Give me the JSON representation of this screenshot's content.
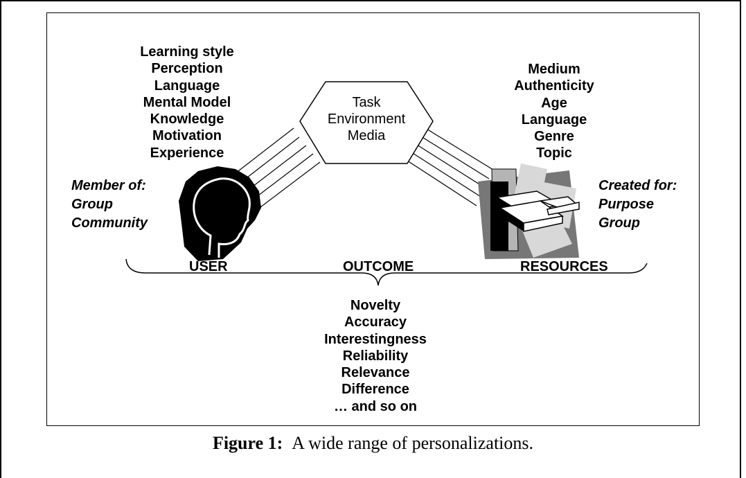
{
  "user": {
    "attributes": [
      "Learning style",
      "Perception",
      "Language",
      "Mental Model",
      "Knowledge",
      "Motivation",
      "Experience"
    ],
    "member_of_title": "Member of:",
    "member_of_items": [
      "Group",
      "Community"
    ],
    "label": "USER"
  },
  "task": {
    "lines": [
      "Task",
      "Environment",
      "Media"
    ]
  },
  "resources": {
    "attributes": [
      "Medium",
      "Authenticity",
      "Age",
      "Language",
      "Genre",
      "Topic"
    ],
    "created_for_title": "Created for:",
    "created_for_items": [
      "Purpose",
      "Group"
    ],
    "label": "RESOURCES"
  },
  "outcome": {
    "label": "OUTCOME",
    "items": [
      "Novelty",
      "Accuracy",
      "Interestingness",
      "Reliability",
      "Relevance",
      "Difference",
      "… and so on"
    ]
  },
  "caption": {
    "prefix": "Figure 1:",
    "text": "A wide range of personalizations."
  }
}
